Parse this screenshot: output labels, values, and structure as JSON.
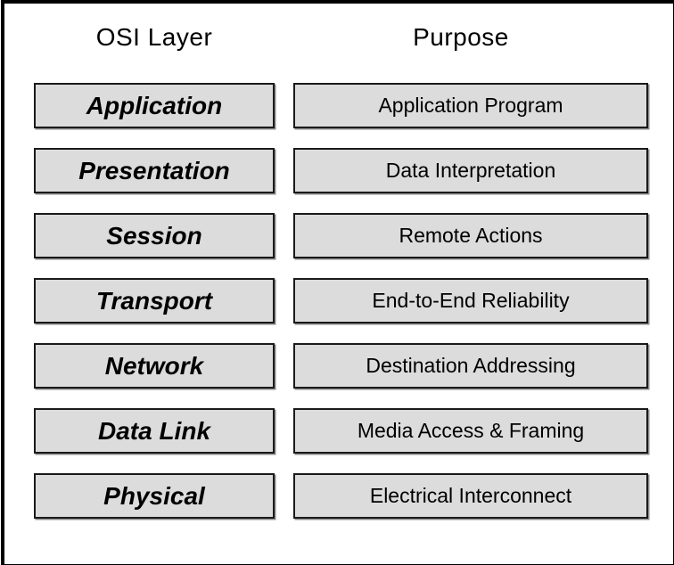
{
  "headers": {
    "left": "OSI Layer",
    "right": "Purpose"
  },
  "rows": [
    {
      "layer": "Application",
      "purpose": "Application Program"
    },
    {
      "layer": "Presentation",
      "purpose": "Data Interpretation"
    },
    {
      "layer": "Session",
      "purpose": "Remote Actions"
    },
    {
      "layer": "Transport",
      "purpose": "End-to-End Reliability"
    },
    {
      "layer": "Network",
      "purpose": "Destination Addressing"
    },
    {
      "layer": "Data Link",
      "purpose": "Media Access & Framing"
    },
    {
      "layer": "Physical",
      "purpose": "Electrical Interconnect"
    }
  ],
  "colors": {
    "frame_border": "#000000",
    "box_fill": "#dcdcdc",
    "box_border": "#1a1a1a",
    "text": "#000000"
  }
}
